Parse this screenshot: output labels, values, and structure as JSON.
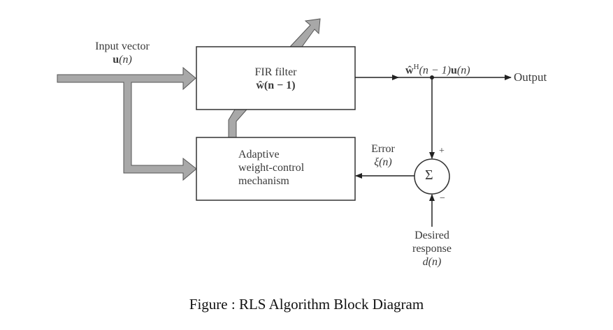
{
  "diagram": {
    "input": {
      "label": "Input vector",
      "symbol_bold": "u",
      "symbol_rest": "(n)"
    },
    "fir_block": {
      "title": "FIR filter",
      "symbol": "ŵ(n − 1)"
    },
    "adaptive_block": {
      "lines": [
        "Adaptive",
        "weight-control",
        "mechanism"
      ]
    },
    "output_signal": {
      "label": "ŵᴴ(n − 1)u(n)",
      "w": "ŵ",
      "sup": "H",
      "mid": "(n − 1)",
      "u": "u",
      "end": "(n)"
    },
    "output": {
      "label": "Output"
    },
    "error": {
      "label": "Error",
      "symbol": "ξ(n)"
    },
    "summer": {
      "symbol": "Σ",
      "plus": "+",
      "minus": "−"
    },
    "desired": {
      "lines": [
        "Desired",
        "response"
      ],
      "symbol": "d(n)"
    },
    "colors": {
      "thick_arrow_fill": "#a8a8a8",
      "stroke": "#333333"
    }
  },
  "caption": "Figure : RLS Algorithm Block Diagram"
}
